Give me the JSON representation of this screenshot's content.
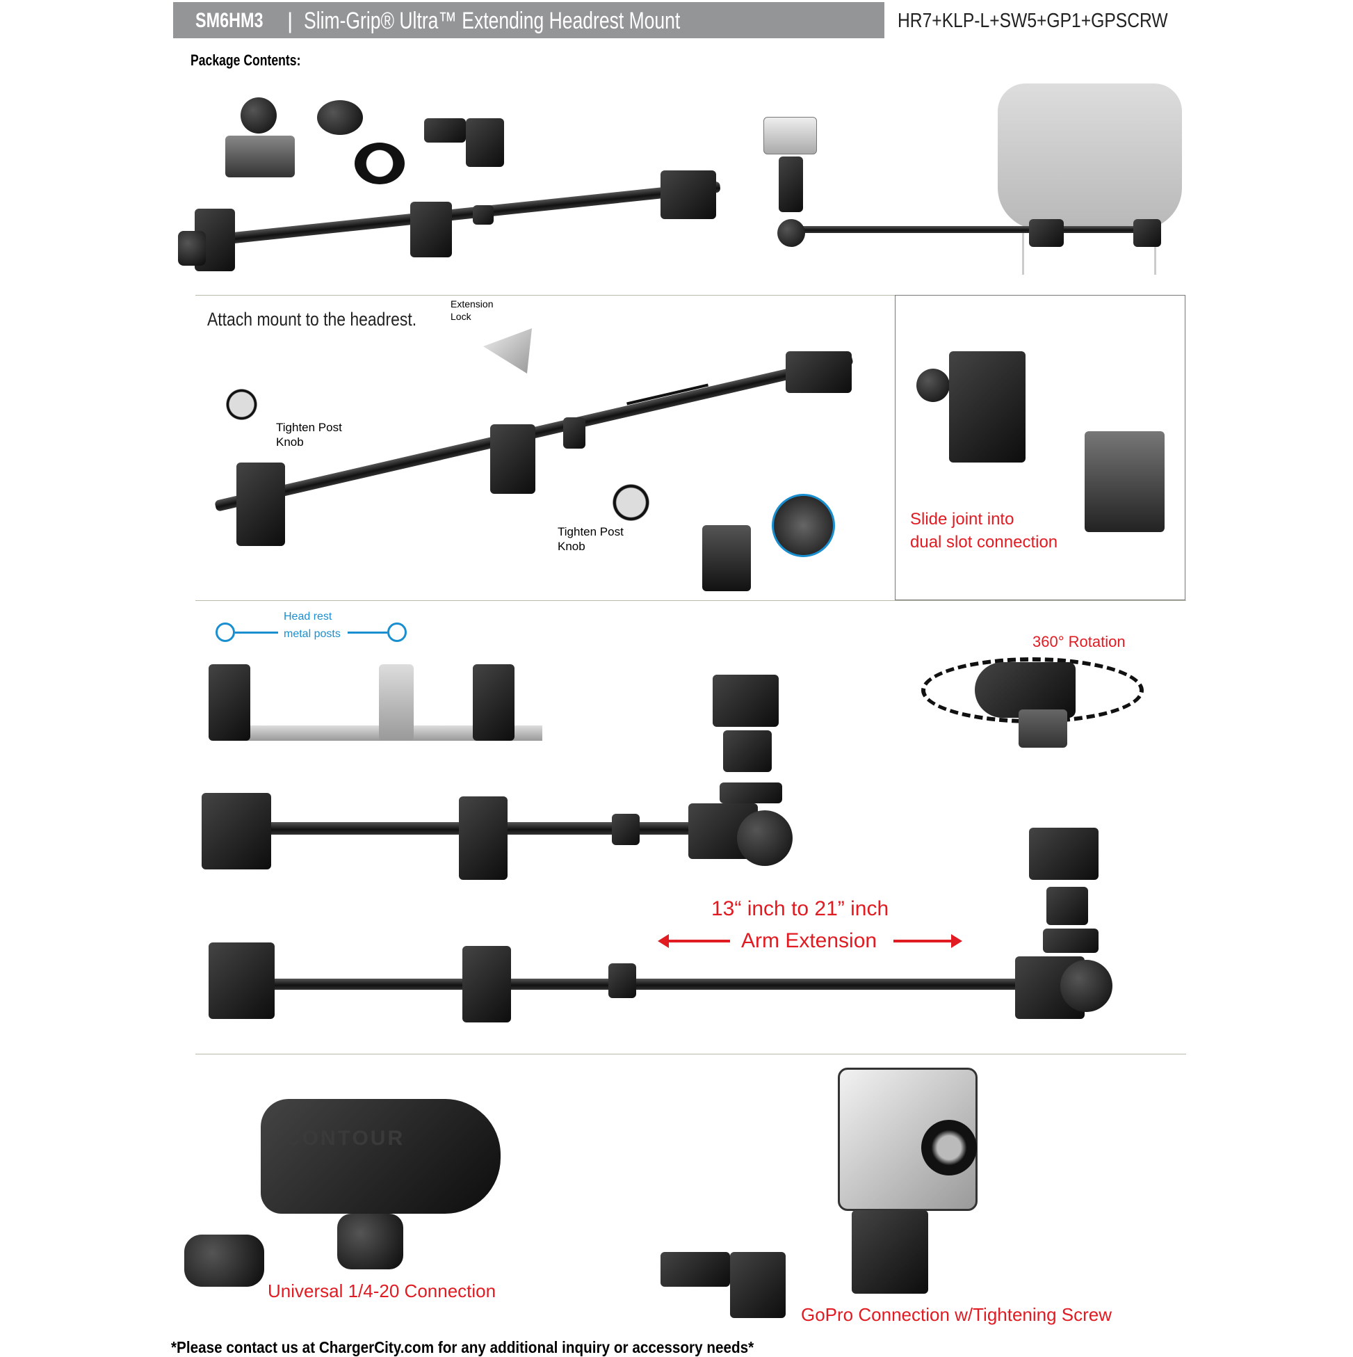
{
  "header": {
    "model": "SM6HM3",
    "separator": "|",
    "title": "Slim-Grip® Ultra™ Extending Headrest Mount",
    "kit_code": "HR7+KLP-L+SW5+GP1+GPSCRW"
  },
  "package_contents_label": "Package Contents:",
  "section_attach": {
    "instruction": "Attach mount to the headrest.",
    "extension_lock": [
      "Extension",
      "Lock"
    ],
    "tighten_knob_1": [
      "Tighten Post",
      "Knob"
    ],
    "tighten_knob_2": [
      "Tighten Post",
      "Knob"
    ],
    "slide_joint": [
      "Slide joint into",
      "dual slot connection"
    ]
  },
  "section_extension": {
    "headrest_posts": [
      "Head rest",
      "metal posts"
    ],
    "rotation": "360° Rotation",
    "extension_range": "13“ inch to 21” inch",
    "arm_extension": "Arm Extension"
  },
  "section_connections": {
    "universal": "Universal 1/4-20 Connection",
    "gopro": "GoPro Connection w/Tightening Screw",
    "camera_brand": "CONTOUR"
  },
  "footer": "*Please contact us at ChargerCity.com for any additional inquiry or accessory needs*",
  "colors": {
    "header_bg": "#939597",
    "accent_red": "#e01b22",
    "accent_blue": "#1a8fd0"
  }
}
